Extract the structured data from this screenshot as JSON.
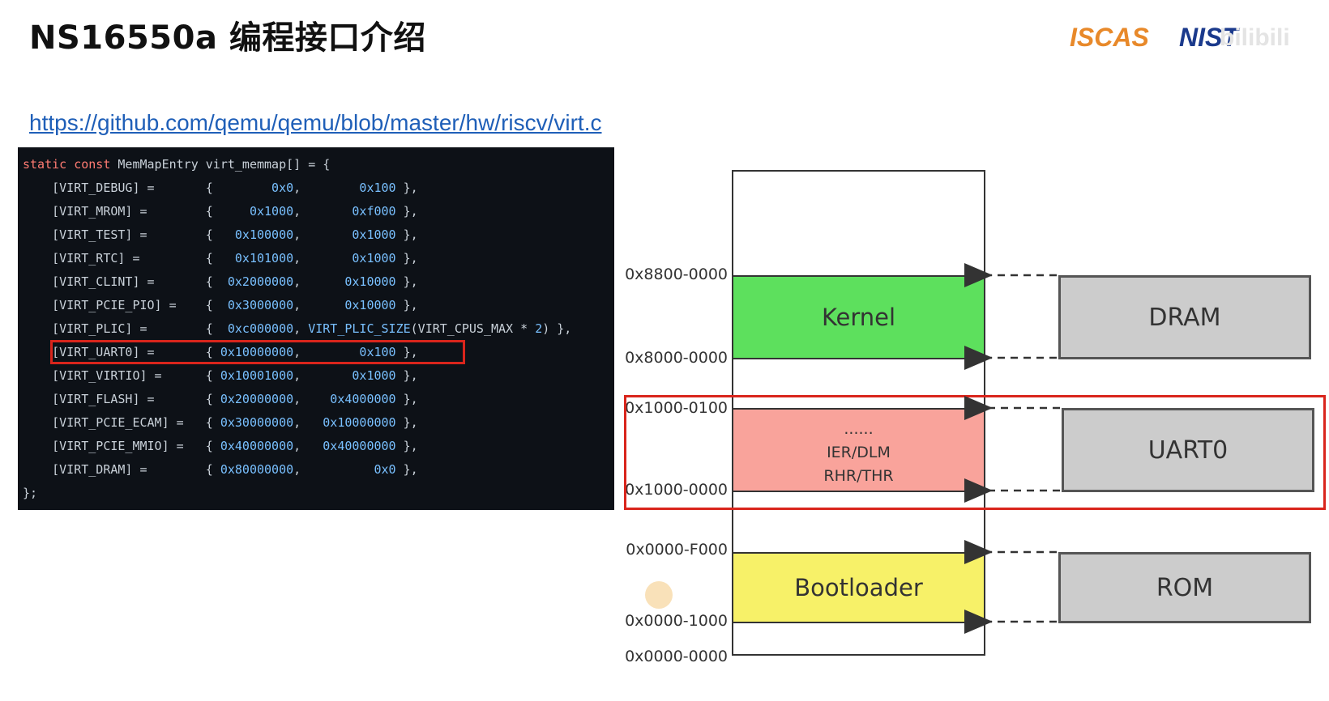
{
  "title": "NS16550a 编程接口介绍",
  "logos": {
    "left": "ISCAS",
    "right": "NIST",
    "watermark": "bilibili"
  },
  "link": "https://github.com/qemu/qemu/blob/master/hw/riscv/virt.c",
  "code": {
    "header": {
      "kw1": "static",
      "kw2": "const",
      "rest": " MemMapEntry virt_memmap[] = {"
    },
    "entries": [
      {
        "name": "    [VIRT_DEBUG] =       ",
        "base": "       0x0",
        "size": "       0x100"
      },
      {
        "name": "    [VIRT_MROM] =        ",
        "base": "    0x1000",
        "size": "      0xf000"
      },
      {
        "name": "    [VIRT_TEST] =        ",
        "base": "  0x100000",
        "size": "      0x1000"
      },
      {
        "name": "    [VIRT_RTC] =         ",
        "base": "  0x101000",
        "size": "      0x1000"
      },
      {
        "name": "    [VIRT_CLINT] =       ",
        "base": " 0x2000000",
        "size": "     0x10000"
      },
      {
        "name": "    [VIRT_PCIE_PIO] =    ",
        "base": " 0x3000000",
        "size": "     0x10000"
      },
      {
        "name": "    [VIRT_UART0] =       ",
        "base": "0x10000000",
        "size": "       0x100"
      },
      {
        "name": "    [VIRT_VIRTIO] =      ",
        "base": "0x10001000",
        "size": "      0x1000"
      },
      {
        "name": "    [VIRT_FLASH] =       ",
        "base": "0x20000000",
        "size": "   0x4000000"
      },
      {
        "name": "    [VIRT_PCIE_ECAM] =   ",
        "base": "0x30000000",
        "size": "  0x10000000"
      },
      {
        "name": "    [VIRT_PCIE_MMIO] =   ",
        "base": "0x40000000",
        "size": "  0x40000000"
      },
      {
        "name": "    [VIRT_DRAM] =        ",
        "base": "0x80000000",
        "size": "         0x0"
      }
    ],
    "plic": {
      "name": "    [VIRT_PLIC] =        ",
      "base": " 0xc000000",
      "fn": "VIRT_PLIC_SIZE",
      "arg": "(VIRT_CPUS_MAX * ",
      "argnum": "2",
      "close": ") },"
    },
    "footer": "};"
  },
  "memory": {
    "regions": {
      "kernel": "Kernel",
      "bootloader": "Bootloader"
    },
    "uart_regs": [
      "......",
      "IER/DLM",
      "RHR/THR"
    ],
    "addresses": {
      "a8800": "0x8800-0000",
      "a8000": "0x8000-0000",
      "a10000100": "0x1000-0100",
      "a10000000": "0x1000-0000",
      "aF000": "0x0000-F000",
      "a1000": "0x0000-1000",
      "a0000": "0x0000-0000"
    },
    "devices": {
      "dram": "DRAM",
      "uart0": "UART0",
      "rom": "ROM"
    },
    "colors": {
      "kernel": "#5de05d",
      "uart": "#f9a39b",
      "bootloader": "#f7f168",
      "device": "#cccccc",
      "highlight": "#d9251c"
    }
  }
}
